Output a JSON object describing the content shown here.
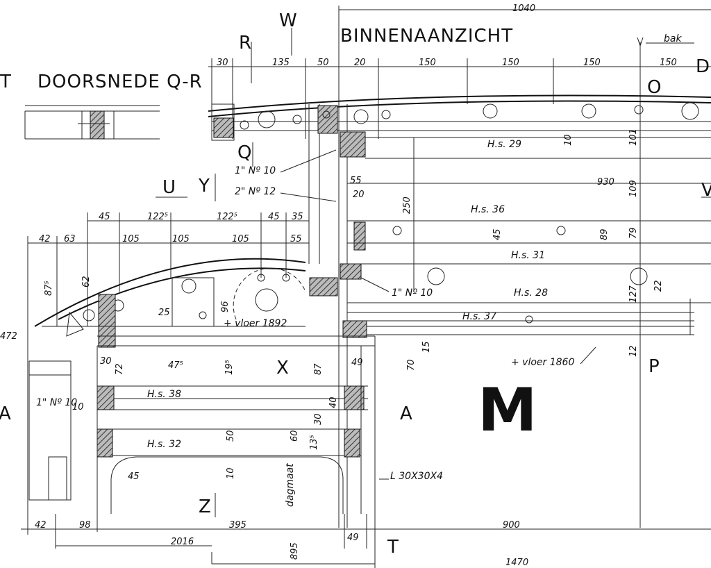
{
  "headings": {
    "binnenaanzicht": "BINNENAANZICHT",
    "doorsnede": "DOORSNEDE Q-R",
    "left_cut": "T",
    "right_cut": "DO"
  },
  "section_letters": {
    "W": "W",
    "R": "R",
    "Q": "Q",
    "O": "O",
    "U": "U",
    "Y": "Y",
    "X": "X",
    "P": "P",
    "A_left": "A",
    "A_mid": "A",
    "Z": "Z",
    "T": "T",
    "V": "V"
  },
  "big_letter": "M",
  "annotations": {
    "bak": "bak",
    "vloer_1892": "+ vloer 1892",
    "vloer_1860": "+ vloer 1860",
    "angle": "L 30X30X4",
    "dagmaat": "dagmaat",
    "screw1": "1\" Nº 10",
    "screw2": "2\" Nº 12",
    "screw3": "1\" Nº 10",
    "screw4": "1\" Nº 10"
  },
  "hs_labels": {
    "hs29": "H.s. 29",
    "hs36": "H.s. 36",
    "hs31": "H.s. 31",
    "hs28": "H.s. 28",
    "hs37": "H.s. 37",
    "hs38": "H.s. 38",
    "hs32": "H.s. 32"
  },
  "dimensions": {
    "d1040": "1040",
    "top": [
      "30",
      "135",
      "50",
      "20",
      "150",
      "150",
      "150",
      "150"
    ],
    "mid": [
      "45",
      "122⁵",
      "122⁵",
      "45",
      "35"
    ],
    "row3": [
      "42",
      "63",
      "105",
      "105",
      "105",
      "55"
    ],
    "d930": "930",
    "d250": "250",
    "d55": "55",
    "d20": "20",
    "d101": "101",
    "d109": "109",
    "d79": "79",
    "d127": "127",
    "d22": "22",
    "d89": "89",
    "d45": "45",
    "d10": "10",
    "d62": "62",
    "d87_5": "87⁵",
    "d96": "96",
    "d25": "25",
    "d72": "72",
    "d47_5": "47⁵",
    "d19_5": "19⁵",
    "d87": "87",
    "d49": "49",
    "d70": "70",
    "d30": "30",
    "d50": "50",
    "d60": "60",
    "d13_5": "13⁵",
    "d40": "40",
    "d900": "900",
    "d895": "895",
    "bottom": [
      "42",
      "98",
      "395",
      "49"
    ],
    "d2016": "2016",
    "d1470": "1470",
    "d472": "472",
    "d12": "12",
    "d15": "15"
  }
}
